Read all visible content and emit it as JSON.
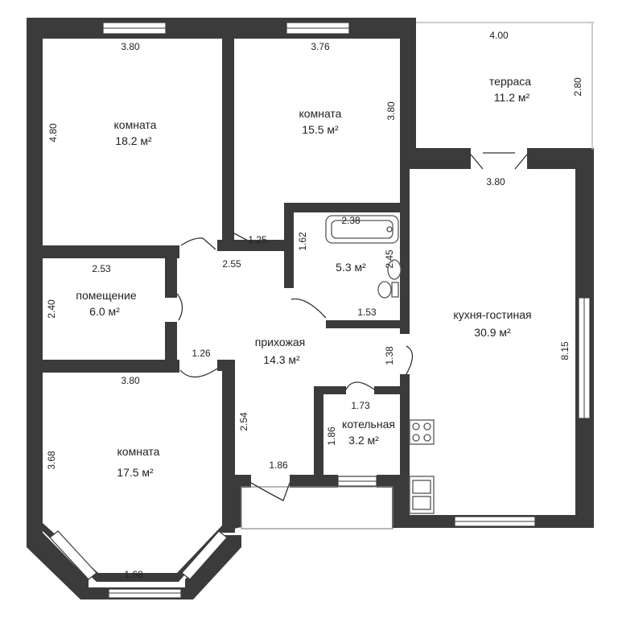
{
  "colors": {
    "wall": "#3b3b3b",
    "background": "#ffffff",
    "text": "#222222"
  },
  "rooms": {
    "room1": {
      "name": "комната",
      "area": "18.2 м²"
    },
    "room2": {
      "name": "комната",
      "area": "15.5 м²"
    },
    "terrace": {
      "name": "терраса",
      "area": "11.2 м²"
    },
    "bathroom": {
      "name": "",
      "area": "5.3 м²"
    },
    "storage": {
      "name": "помещение",
      "area": "6.0 м²"
    },
    "hall": {
      "name": "прихожая",
      "area": "14.3 м²"
    },
    "kitchen": {
      "name": "кухня-гостиная",
      "area": "30.9 м²"
    },
    "boiler": {
      "name": "котельная",
      "area": "3.2 м²"
    },
    "room3": {
      "name": "комната",
      "area": "17.5 м²"
    }
  },
  "dimensions": {
    "room1_width": "3.80",
    "room1_height": "4.80",
    "room2_width": "3.76",
    "room2_height": "3.80",
    "terrace_width": "4.00",
    "terrace_height": "2.80",
    "kitchen_top": "3.80",
    "kitchen_height": "8.15",
    "bath_width": "2.38",
    "bath_height_left": "1.62",
    "bath_height_right": "2.45",
    "bath_bottom": "1.53",
    "corridor_top": "1.25",
    "hall_top": "2.55",
    "storage_width": "2.53",
    "storage_height": "2.40",
    "hall_left": "1.26",
    "hall_right": "1.38",
    "hall_lower": "2.54",
    "hall_bottom": "1.86",
    "boiler_width": "1.73",
    "boiler_height": "1.86",
    "room3_width": "3.80",
    "room3_height": "3.68",
    "room3_bottom": "1.68"
  }
}
